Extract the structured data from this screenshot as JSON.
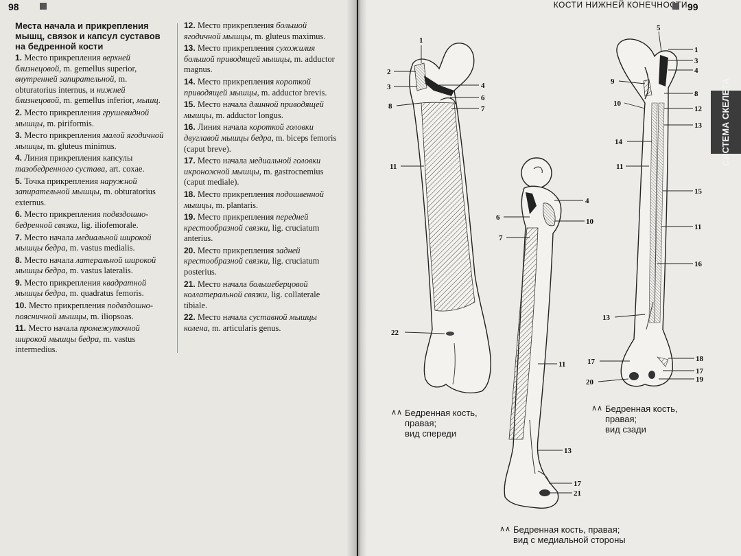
{
  "left_page": {
    "page_number": "98",
    "heading": "Места начала и прикрепления мышц, связок и капсул суставов на бедренной кости",
    "column1": [
      {
        "num": "1.",
        "html": "Место прикрепления <i>верхней близнецовой</i>, m. gemellus superior, <i>внутренней запирательной</i>, m. obturatorius internus, и <i>нижней близнецовой</i>, m. gemellus inferior, <i>мышц</i>."
      },
      {
        "num": "2.",
        "html": "Место прикрепления <i>грушевидной мышцы</i>, m. piriformis."
      },
      {
        "num": "3.",
        "html": "Место прикрепления <i>малой ягодичной мышцы</i>, m. gluteus minimus."
      },
      {
        "num": "4.",
        "html": "Линия прикрепления капсулы <i>тазобедренного сустава</i>, art. coxae."
      },
      {
        "num": "5.",
        "html": "Точка прикрепления <i>наружной запирательной мышцы</i>, m. obturatorius externus."
      },
      {
        "num": "6.",
        "html": "Место прикрепления <i>подвздошно-бедренной связки</i>, lig. iliofemorale."
      },
      {
        "num": "7.",
        "html": "Место начала <i>медиальной широкой мышцы бедра</i>, m. vastus medialis."
      },
      {
        "num": "8.",
        "html": "Место начала <i>латеральной широкой мышцы бедра</i>, m. vastus lateralis."
      },
      {
        "num": "9.",
        "html": "Место прикрепления <i>квадратной мышцы бедра</i>, m. quadratus femoris."
      },
      {
        "num": "10.",
        "html": "Место прикрепления <i>подвздошно-поясничной мышцы</i>, m. iliopsoas."
      },
      {
        "num": "11.",
        "html": "Место начала <i>промежуточной широкой мышцы бедра</i>, m. vastus intermedius."
      }
    ],
    "column2": [
      {
        "num": "12.",
        "html": "Место прикрепления <i>большой ягодичной мышцы</i>, m. gluteus maximus."
      },
      {
        "num": "13.",
        "html": "Место прикрепления <i>сухожилия большой приводящей мышцы</i>, m. adductor magnus."
      },
      {
        "num": "14.",
        "html": "Место прикрепления <i>короткой приводящей мышцы</i>, m. adductor brevis."
      },
      {
        "num": "15.",
        "html": "Место начала <i>длинной приводящей мышцы</i>, m. adductor longus."
      },
      {
        "num": "16.",
        "html": "Линия начала <i>короткой головки двуглавой мышцы бедра</i>, m. biceps femoris (caput breve)."
      },
      {
        "num": "17.",
        "html": "Место начала <i>медиальной головки икроножной мышцы</i>, m. gastrocnemius (caput mediale)."
      },
      {
        "num": "18.",
        "html": "Место прикрепления <i>подошвенной мышцы</i>, m. plantaris."
      },
      {
        "num": "19.",
        "html": "Место прикрепления <i>передней крестообразной связки</i>, lig. cruciatum anterius."
      },
      {
        "num": "20.",
        "html": "Место прикрепления <i>задней крестообразной связки</i>, lig. cruciatum posterius."
      },
      {
        "num": "21.",
        "html": "Место начала <i>большеберцовой коллатеральной связки</i>, lig. collaterale tibiale."
      },
      {
        "num": "22.",
        "html": "Место начала <i>суставной мышцы колена</i>, m. articularis genus."
      }
    ]
  },
  "right_page": {
    "page_number": "99",
    "running_head": "КОСТИ НИЖНЕЙ КОНЕЧНОСТИ",
    "side_tab": "СИСТЕМА СКЕЛЕТА",
    "figures": [
      {
        "caption_lines": [
          "Бедренная кость,",
          "правая;",
          "вид спереди"
        ],
        "labels": [
          "1",
          "2",
          "3",
          "4",
          "6",
          "7",
          "8",
          "11",
          "22"
        ]
      },
      {
        "caption_lines": [
          "Бедренная кость, правая;",
          "вид с медиальной стороны"
        ],
        "labels": [
          "4",
          "6",
          "10",
          "7",
          "11",
          "13",
          "17",
          "21"
        ]
      },
      {
        "caption_lines": [
          "Бедренная кость,",
          "правая;",
          "вид сзади"
        ],
        "labels": [
          "5",
          "1",
          "3",
          "4",
          "9",
          "8",
          "10",
          "12",
          "13",
          "14",
          "11",
          "15",
          "11",
          "16",
          "13",
          "17",
          "18",
          "17",
          "20",
          "19"
        ]
      }
    ]
  },
  "colors": {
    "paper": "#ecebe7",
    "ink": "#1a1a1a",
    "tab": "#3b3b3b"
  }
}
